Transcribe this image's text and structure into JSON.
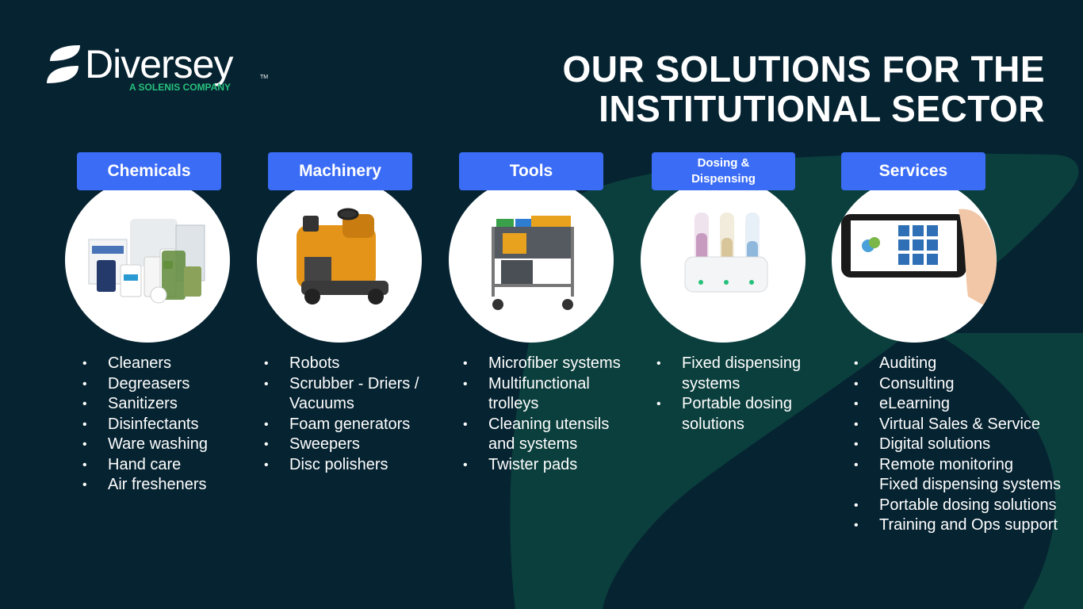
{
  "brand": {
    "name": "Diversey",
    "trademark": "TM",
    "tagline": "A SOLENIS COMPANY"
  },
  "title": {
    "line1": "OUR SOLUTIONS FOR THE",
    "line2": "INSTITUTIONAL SECTOR"
  },
  "categories": [
    {
      "label": "Chemicals",
      "image": "chemical-products-image",
      "items": [
        "Cleaners",
        "Degreasers",
        "Sanitizers",
        "Disinfectants",
        "Ware washing",
        "Hand care",
        "Air fresheners"
      ]
    },
    {
      "label": "Machinery",
      "image": "ride-on-scrubber-image",
      "items": [
        "Robots",
        "Scrubber - Driers / Vacuums",
        "Foam generators",
        "Sweepers",
        "Disc polishers"
      ]
    },
    {
      "label": "Tools",
      "image": "cleaning-trolley-image",
      "items": [
        "Microfiber systems",
        "Multifunctional trolleys",
        "Cleaning utensils and systems",
        "Twister pads"
      ]
    },
    {
      "label": "Dosing &\nDispensing",
      "image": "dispensers-image",
      "items": [
        "Fixed dispensing systems",
        "Portable dosing solutions"
      ]
    },
    {
      "label": "Services",
      "image": "smartphone-app-image",
      "items": [
        "Auditing",
        "Consulting",
        "eLearning",
        "Virtual Sales & Service",
        "Digital solutions",
        "Remote monitoring",
        "Fixed dispensing systems",
        "Portable dosing solutions",
        "Training and Ops support"
      ],
      "bulletless": [
        6
      ]
    }
  ],
  "colors": {
    "background": "#062331",
    "swoosh": "#0d4a45",
    "button": "#3b6cf6",
    "tagline": "#27c17c"
  }
}
